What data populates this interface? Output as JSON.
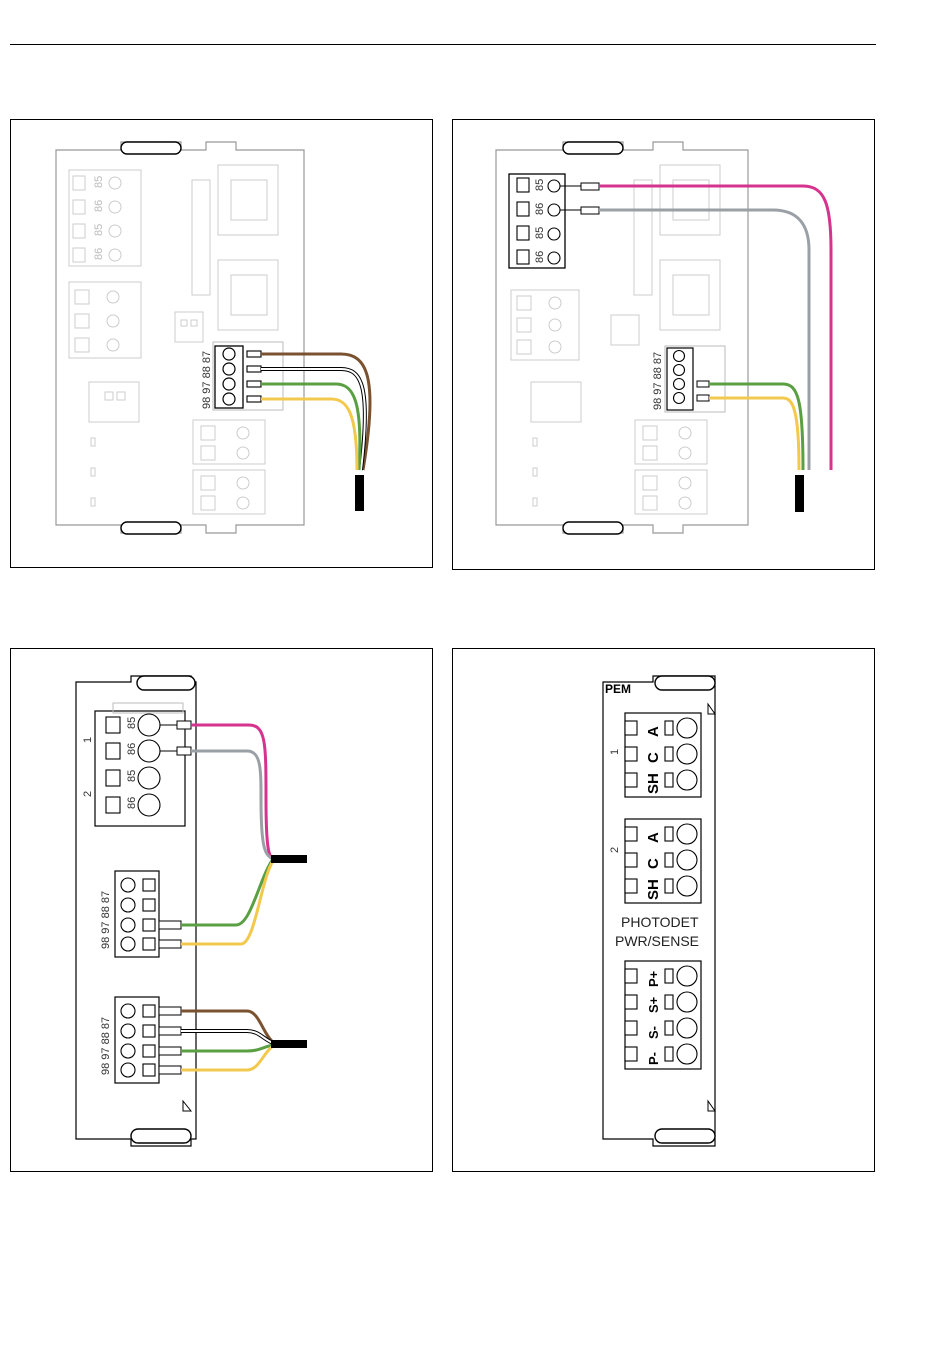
{
  "labels": {
    "terminal_85": "85",
    "terminal_86": "86",
    "terminal_row": "98 97 88 87",
    "group_1": "1",
    "group_2": "2",
    "pem": "PEM",
    "photodet": "PHOTODET",
    "pwr_sense": "PWR/SENSE",
    "anode": "A",
    "cathode": "C",
    "shield": "SH",
    "p_minus": "P-",
    "s_minus": "S-",
    "s_plus": "S+",
    "p_plus": "P+"
  },
  "wire_colors": {
    "brown": "#7a5230",
    "white": "#ffffff",
    "green": "#5aa043",
    "yellow": "#f2c94c",
    "magenta": "#d6338f",
    "grey": "#9aa0a6",
    "black": "#000000"
  }
}
